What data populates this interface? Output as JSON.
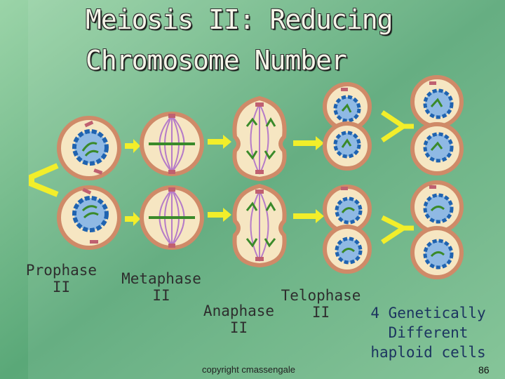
{
  "title_line1": "Meiosis II: Reducing",
  "title_line2": "Chromosome Number",
  "labels": {
    "prophase": [
      "Prophase",
      "II"
    ],
    "metaphase": [
      "Metaphase",
      "II"
    ],
    "anaphase": [
      "Anaphase",
      "II"
    ],
    "telophase": [
      "Telophase",
      "II"
    ],
    "result": [
      "4 Genetically",
      "Different",
      "haploid cells"
    ]
  },
  "copyright": "copyright cmassengale",
  "slide_number": "86",
  "colors": {
    "cell_membrane": "#cf8a68",
    "cytoplasm": "#f6e6c2",
    "nucleus": "#1f63b0",
    "chromosome_green": "#3a8a2a",
    "chromosome_pink": "#c06070",
    "spindle": "#b67cc8",
    "arrow": "#f2ee2a"
  }
}
